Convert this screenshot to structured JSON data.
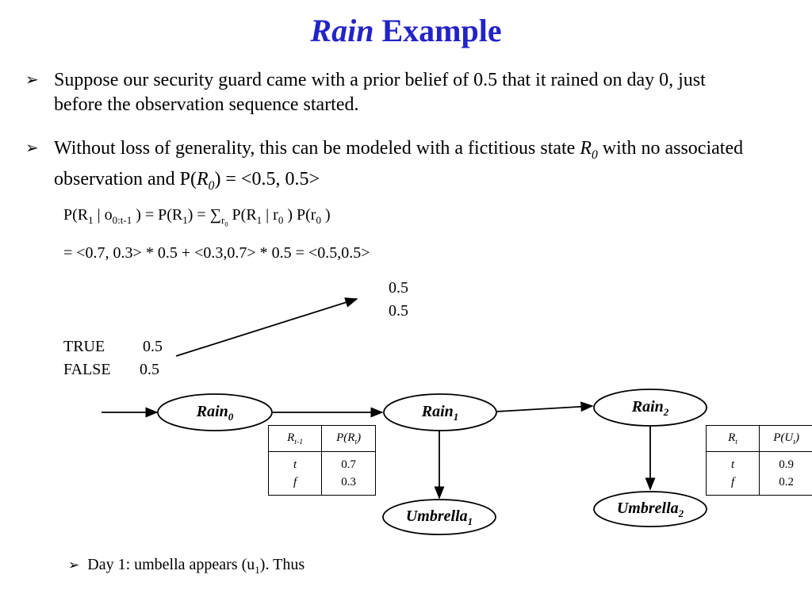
{
  "title": {
    "italic": "Rain",
    "rest": "Example"
  },
  "bullets": [
    {
      "pre": "Suppose our security guard came with a prior belief of 0.5 that it rained on day 0, just before the observation sequence started."
    },
    {
      "pre": "Without loss of generality, this can be modeled with a fictitious state ",
      "var": "R",
      "var_sub": "0",
      "mid": " with no associated observation and P(",
      "var2": "R",
      "var2_sub": "0",
      "post": ") = <0.5, 0.5>"
    }
  ],
  "equations": {
    "line1": {
      "a": "P(R",
      "a_sub": "1",
      "b": " | o",
      "b_sub": "0:t-1",
      "c": " ) = P(R",
      "c_sub": "1",
      "d": ") = ∑",
      "d_sub": "r",
      "d_subsub": "0",
      "e": " P(R",
      "e_sub": "1",
      "f": " | r",
      "f_sub": "0",
      "g": " ) P(r",
      "g_sub": "0",
      "h": " )"
    },
    "line2": "= <0.7, 0.3> * 0.5 + <0.3,0.7> * 0.5 = <0.5,0.5>"
  },
  "result_values": [
    "0.5",
    "0.5"
  ],
  "prior_table": [
    {
      "label": "TRUE",
      "value": "0.5"
    },
    {
      "label": "FALSE",
      "value": "0.5"
    }
  ],
  "nodes": {
    "rain0": {
      "base": "Rain",
      "sub": "0"
    },
    "rain1": {
      "base": "Rain",
      "sub": "1"
    },
    "rain2": {
      "base": "Rain",
      "sub": "2"
    },
    "umbrella1": {
      "base": "Umbrella",
      "sub": "1"
    },
    "umbrella2": {
      "base": "Umbrella",
      "sub": "2"
    }
  },
  "transition_cpt": {
    "header": [
      {
        "base": "R",
        "sub": "t-1"
      },
      {
        "base": "P(R",
        "sub": "t",
        "suffix": ")"
      }
    ],
    "rows": {
      "states": [
        "t",
        "f"
      ],
      "probs": [
        "0.7",
        "0.3"
      ]
    }
  },
  "sensor_cpt": {
    "header": [
      {
        "base": "R",
        "sub": "t"
      },
      {
        "base": "P(U",
        "sub": "t",
        "suffix": ")"
      }
    ],
    "rows": {
      "states": [
        "t",
        "f"
      ],
      "probs": [
        "0.9",
        "0.2"
      ]
    }
  },
  "day1": {
    "pre": "Day 1: umbella appears (u",
    "sub": "1",
    "post": "). Thus"
  },
  "colors": {
    "title": "#2323c8",
    "line": "#000000"
  }
}
